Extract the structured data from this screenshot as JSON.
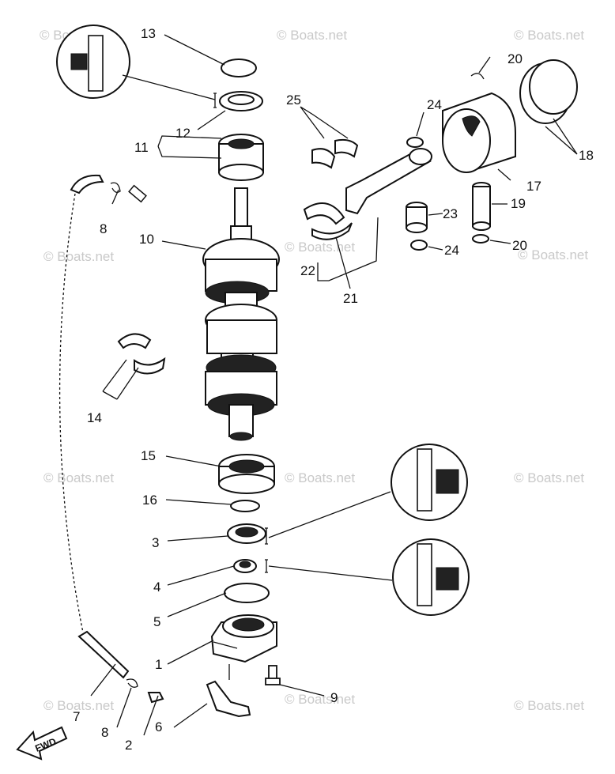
{
  "part_labels": {
    "p1": "1",
    "p2": "2",
    "p3": "3",
    "p4": "4",
    "p5": "5",
    "p6": "6",
    "p7": "7",
    "p8a": "8",
    "p8b": "8",
    "p9": "9",
    "p10": "10",
    "p11": "11",
    "p12": "12",
    "p13": "13",
    "p14": "14",
    "p15": "15",
    "p16": "16",
    "p17": "17",
    "p18": "18",
    "p19": "19",
    "p20a": "20",
    "p20b": "20",
    "p21": "21",
    "p22": "22",
    "p23": "23",
    "p24a": "24",
    "p24b": "24",
    "p25": "25"
  },
  "watermark": "© Boats.net",
  "fwd_label": "FWD"
}
